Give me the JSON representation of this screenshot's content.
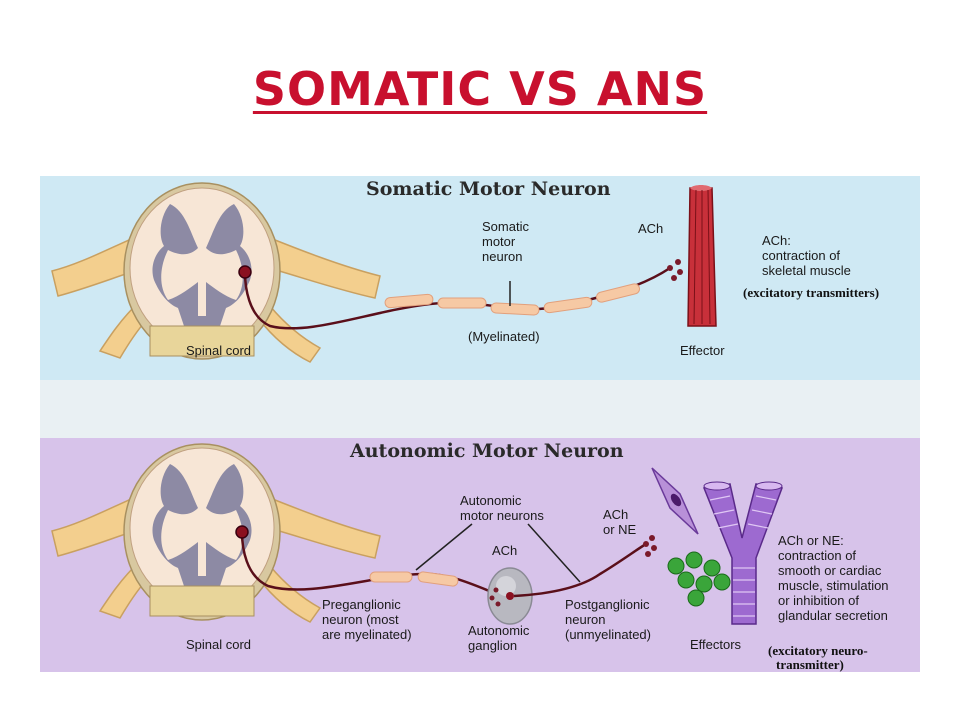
{
  "slide": {
    "title": "SOMATIC VS ANS"
  },
  "somatic": {
    "title": "Somatic Motor Neuron",
    "spinal_cord": "Spinal cord",
    "neuron_label": [
      "Somatic",
      "motor",
      "neuron"
    ],
    "myelinated": "(Myelinated)",
    "ach": "ACh",
    "effector": "Effector",
    "effect_lines": [
      "ACh:",
      "contraction of",
      "skeletal muscle"
    ],
    "transmitter_note": "(excitatory transmitters)"
  },
  "autonomic": {
    "title": "Autonomic Motor Neuron",
    "spinal_cord": "Spinal cord",
    "motor_neurons": [
      "Autonomic",
      "motor neurons"
    ],
    "ach": "ACh",
    "ach_or_ne": [
      "ACh",
      "or NE"
    ],
    "preganglionic": [
      "Preganglionic",
      "neuron (most",
      "are myelinated)"
    ],
    "ganglion": [
      "Autonomic",
      "ganglion"
    ],
    "postganglionic": [
      "Postganglionic",
      "neuron",
      "(unmyelinated)"
    ],
    "effectors": "Effectors",
    "effect_lines": [
      "ACh or NE:",
      "contraction of",
      "smooth or cardiac",
      "muscle, stimulation",
      "or inhibition of",
      "glandular secretion"
    ],
    "transmitter_note": [
      "(excitatory neuro-",
      "transmitter)"
    ]
  },
  "colors": {
    "title_red": "#c8102e",
    "somatic_bg": "#cfe9f4",
    "autonomic_bg": "#d7c3ea",
    "nerve_tan": "#f3cf8e",
    "gray_matter": "#8d8aa4",
    "axon": "#5a0f1a",
    "muscle_red": "#c8303a",
    "smooth_muscle": "#9d6ad0",
    "gland_green": "#3aa53a"
  }
}
